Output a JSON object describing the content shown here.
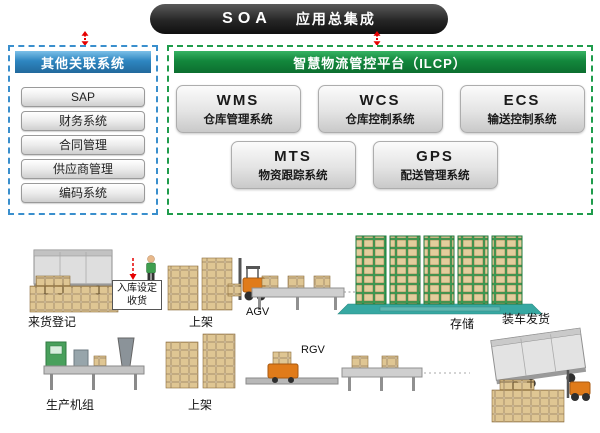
{
  "header": {
    "soa": "SOA",
    "title": "应用总集成"
  },
  "left_panel": {
    "header": "其他关联系统",
    "items": [
      "SAP",
      "财务系统",
      "合同管理",
      "供应商管理",
      "编码系统"
    ]
  },
  "right_panel": {
    "header": "智慧物流管控平台（ILCP）",
    "row1": [
      {
        "abbr": "WMS",
        "name": "仓库管理系统"
      },
      {
        "abbr": "WCS",
        "name": "仓库控制系统"
      },
      {
        "abbr": "ECS",
        "name": "输送控制系统"
      }
    ],
    "row2": [
      {
        "abbr": "MTS",
        "name": "物资跟踪系统"
      },
      {
        "abbr": "GPS",
        "name": "配送管理系统"
      }
    ]
  },
  "flow": {
    "note_line1": "入库设定",
    "note_line2": "收货",
    "incoming": "来货登记",
    "shelve1": "上架",
    "agv": "AGV",
    "storage": "存储",
    "dispatch": "装车发货",
    "production": "生产机组",
    "shelve2": "上架",
    "rgv": "RGV"
  },
  "colors": {
    "bar": "#262626",
    "blue_header": "#2e86c1",
    "green_header": "#13873c",
    "red_arrow": "#e60000",
    "rack_teal": "#37a8a2",
    "crate_tan": "#dfc693",
    "forklift_orange": "#e07b1a"
  }
}
